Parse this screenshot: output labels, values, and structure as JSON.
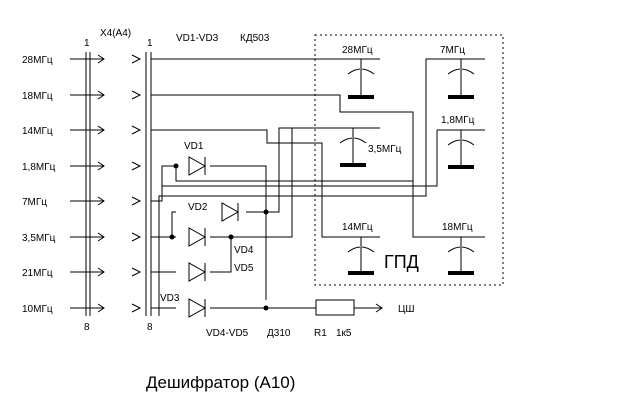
{
  "connector": {
    "name": "X4(A4)",
    "pin_top": "1",
    "pin_bottom": "8",
    "pins": [
      "28МГц",
      "18МГц",
      "14МГц",
      "1,8МГц",
      "7МГц",
      "3,5МГц",
      "21МГц",
      "10МГц"
    ]
  },
  "bus": {
    "pin_top": "1",
    "pin_bottom": "8"
  },
  "header": {
    "diodes": "VD1-VD3",
    "diode_type": "КД503"
  },
  "diodes": {
    "vd1": "VD1",
    "vd2": "VD2",
    "vd3": "VD3",
    "vd4": "VD4",
    "vd5": "VD5"
  },
  "bottom_labels": {
    "vd4_vd5": "VD4-VD5",
    "d310": "Д310",
    "r1": "R1",
    "r1_value": "1к5"
  },
  "output": "ЦШ",
  "gpd": {
    "label": "ГПД",
    "caps": [
      "28МГц",
      "7МГц",
      "3,5МГц",
      "1,8МГц",
      "14МГц",
      "18МГц"
    ]
  },
  "caption": "Дешифратор (А10)"
}
